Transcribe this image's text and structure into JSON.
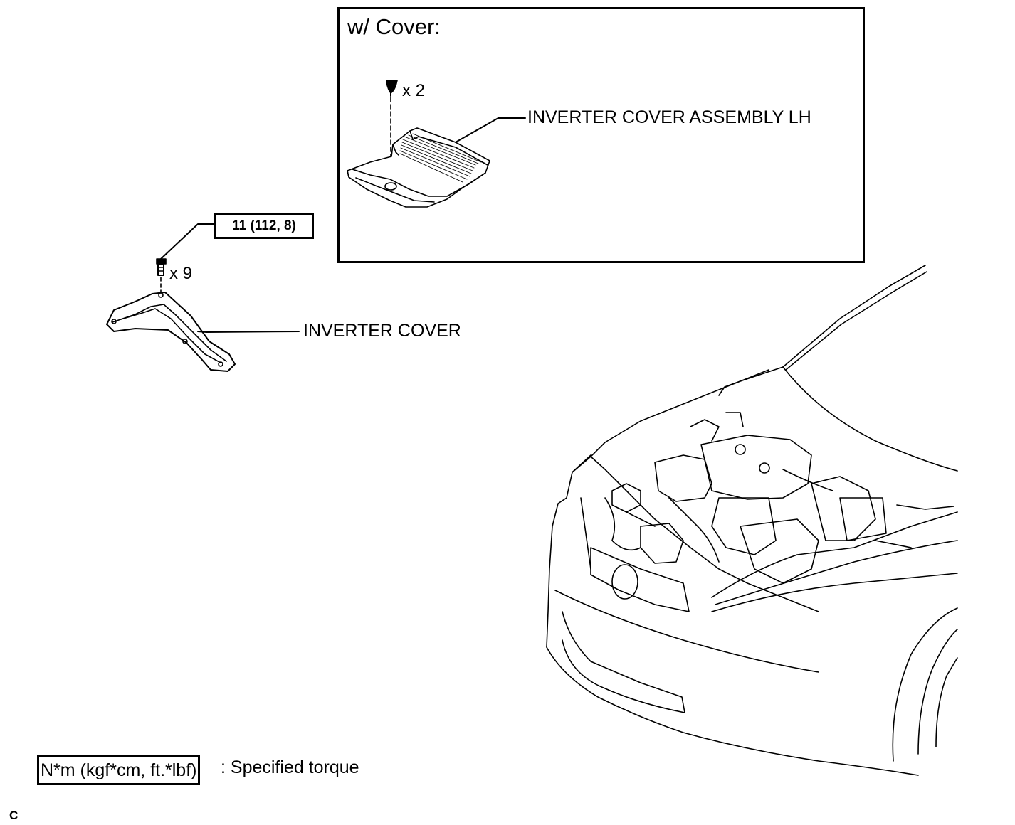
{
  "inset": {
    "title": "w/ Cover:",
    "clip_count": "x 2",
    "part_label": "INVERTER COVER ASSEMBLY LH"
  },
  "main": {
    "torque_value": "11 (112, 8)",
    "bolt_count": "x 9",
    "part_label": "INVERTER COVER"
  },
  "legend": {
    "unit_box": "N*m (kgf*cm, ft.*lbf)",
    "description": ": Specified torque"
  },
  "corner_code": "C"
}
